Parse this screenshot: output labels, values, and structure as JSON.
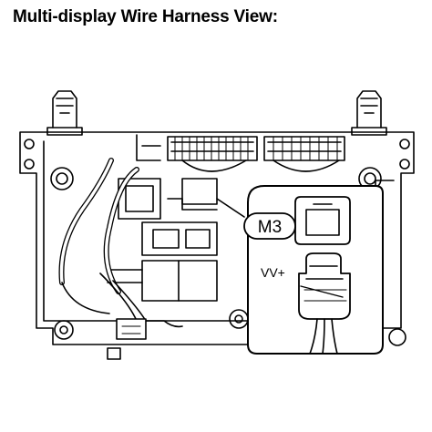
{
  "title": "Multi-display Wire Harness View:",
  "connector": {
    "code": "M3",
    "terminal": "VV+"
  }
}
